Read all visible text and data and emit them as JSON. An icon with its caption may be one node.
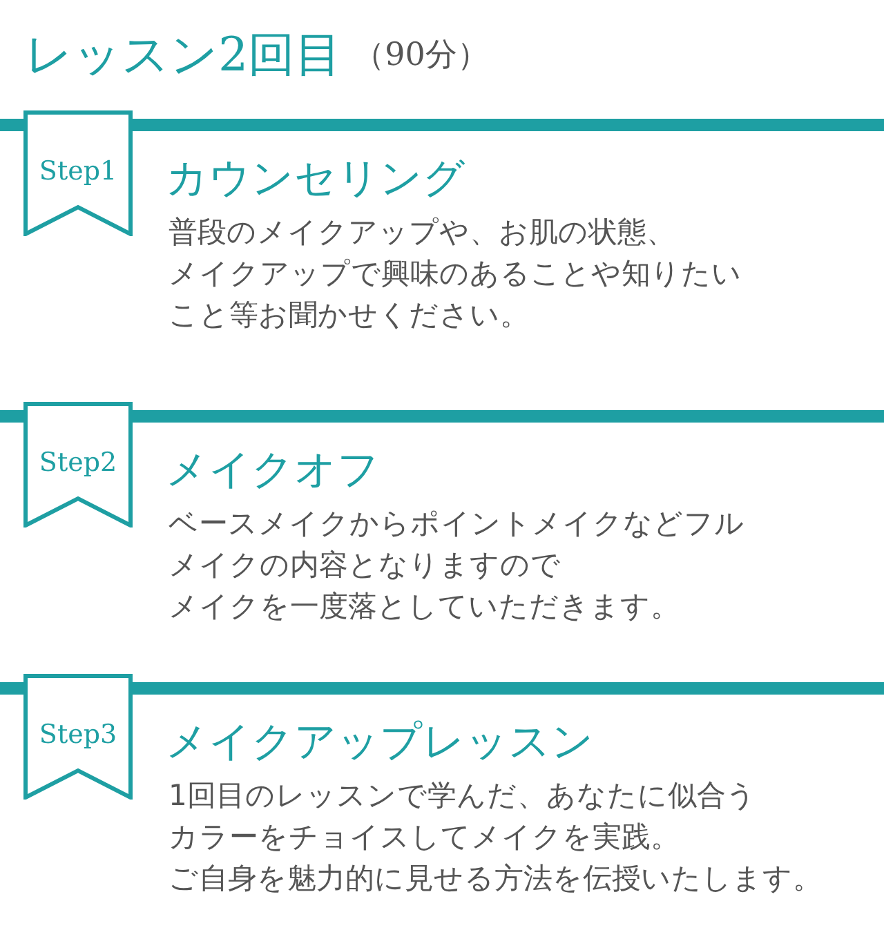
{
  "diagram": {
    "title": "レッスン2回目",
    "labels": [
      "（90分）"
    ],
    "nodes": [
      {
        "text": [
          "Step1"
        ],
        "beside": [
          "カウンセリング",
          "普段のメイクアップや、お肌の状態、メイクアップで興味のあることや知りたいこと等お聞かせください。"
        ]
      },
      {
        "text": [
          "Step2"
        ],
        "beside": [
          "メイクオフ",
          "ベースメイクからポイントメイクなどフルメイクの内容となりますのでメイクを一度落としていただきます。"
        ]
      },
      {
        "text": [
          "Step3"
        ],
        "beside": [
          "メイクアップレッスン",
          "1回目のレッスンで学んだ、あなたに似合うカラーをチョイスしてメイクを実践。ご自身を魅力的に見せる方法を伝授いたします。"
        ]
      }
    ]
  }
}
